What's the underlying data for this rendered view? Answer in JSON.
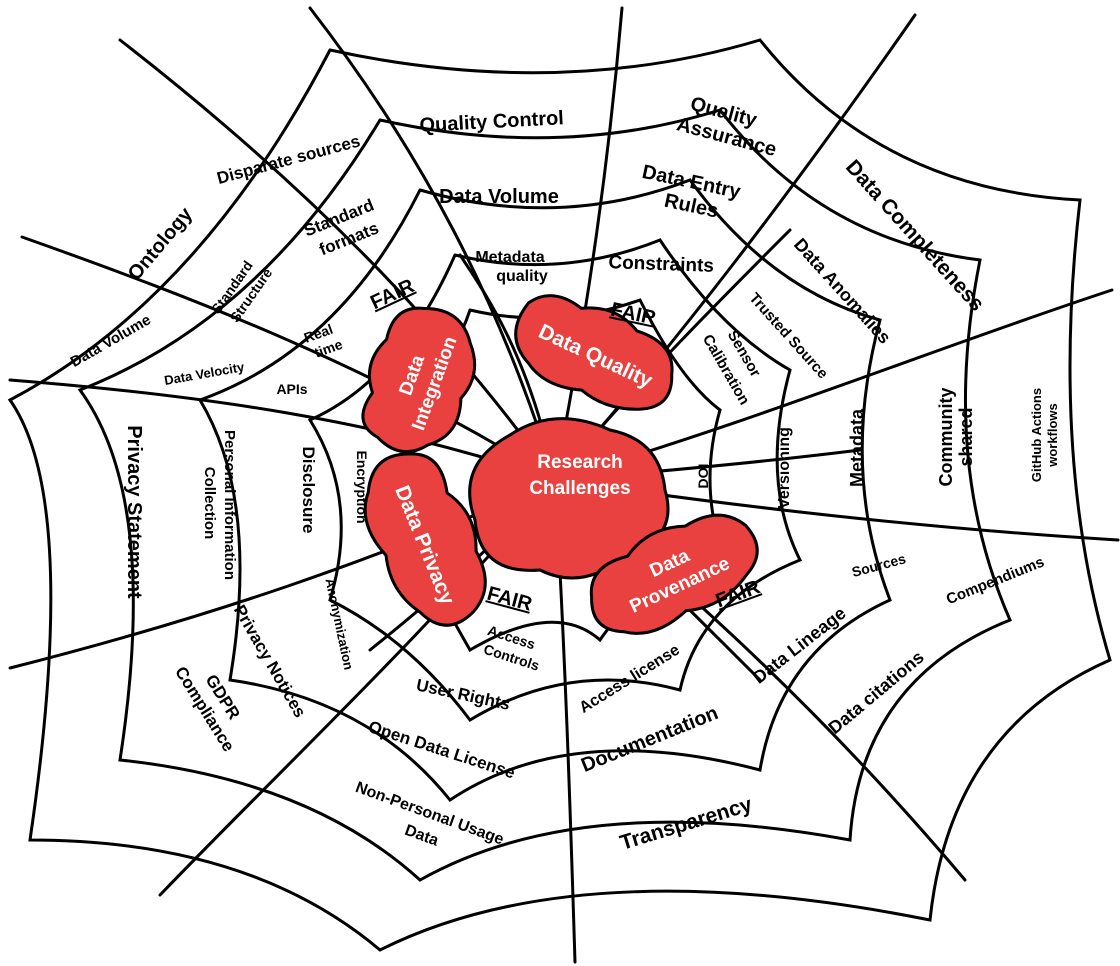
{
  "center": {
    "line1": "Research",
    "line2": "Challenges"
  },
  "clouds": {
    "data_integration": {
      "line1": "Data",
      "line2": "Integration"
    },
    "data_quality": {
      "line1": "Data Quality"
    },
    "data_privacy": {
      "line1": "Data Privacy"
    },
    "data_provenance": {
      "line1": "Data",
      "line2": "Provenance"
    }
  },
  "fair_label": "FAIR",
  "labels": {
    "quality_control": "Quality  Control",
    "quality_assurance_1": "Quality",
    "quality_assurance_2": "Assurance",
    "data_volume_top": "Data Volume",
    "data_entry_rules_1": "Data Entry",
    "data_entry_rules_2": "Rules",
    "metadata_quality_1": "Metadata",
    "metadata_quality_2": "quality",
    "constraints": "Constraints",
    "data_completeness": "Data Completeness",
    "data_anomalies": "Data Anomalies",
    "trusted_source": "Trusted Source",
    "sensor_calibration_1": "Sensor",
    "sensor_calibration_2": "Calibration",
    "disparate_sources": "Disparate sources",
    "standard_formats_1": "Standard",
    "standard_formats_2": "formats",
    "ontology": "Ontology",
    "standard_structure_1": "Standard",
    "standard_structure_2": "Structure",
    "real_time_1": "Real",
    "real_time_2": "time",
    "data_volume_left": "Data Volume",
    "data_velocity": "Data Velocity",
    "apis": "APIs",
    "privacy_statement": "Privacy Statement",
    "personal_info_1": "Personal Information",
    "personal_info_2": "Collection",
    "disclosure": "Disclosure",
    "encryption": "Encryption",
    "privacy_notices": "Privacy Notices",
    "anonymization": "Anonymization",
    "gdpr_1": "GDPR",
    "gdpr_2": "Compliance",
    "access_controls_1": "Access",
    "access_controls_2": "Controls",
    "user_rights": "User Rights",
    "open_data_license": "Open Data License",
    "non_personal_1": "Non-Personal Usage",
    "non_personal_2": "Data",
    "access_license": "Access license",
    "documentation": "Documentation",
    "transparency": "Transparency",
    "data_lineage": "Data Lineage",
    "data_citations": "Data citations",
    "sources": "Sources",
    "compendiums": "Compendiums",
    "doi": "DOI",
    "versioning": "Versioning",
    "metadata": "Metadata",
    "community_shared_1": "Community",
    "community_shared_2": "shared",
    "github_actions_1": "GitHub Actions",
    "github_actions_2": "workflows"
  }
}
